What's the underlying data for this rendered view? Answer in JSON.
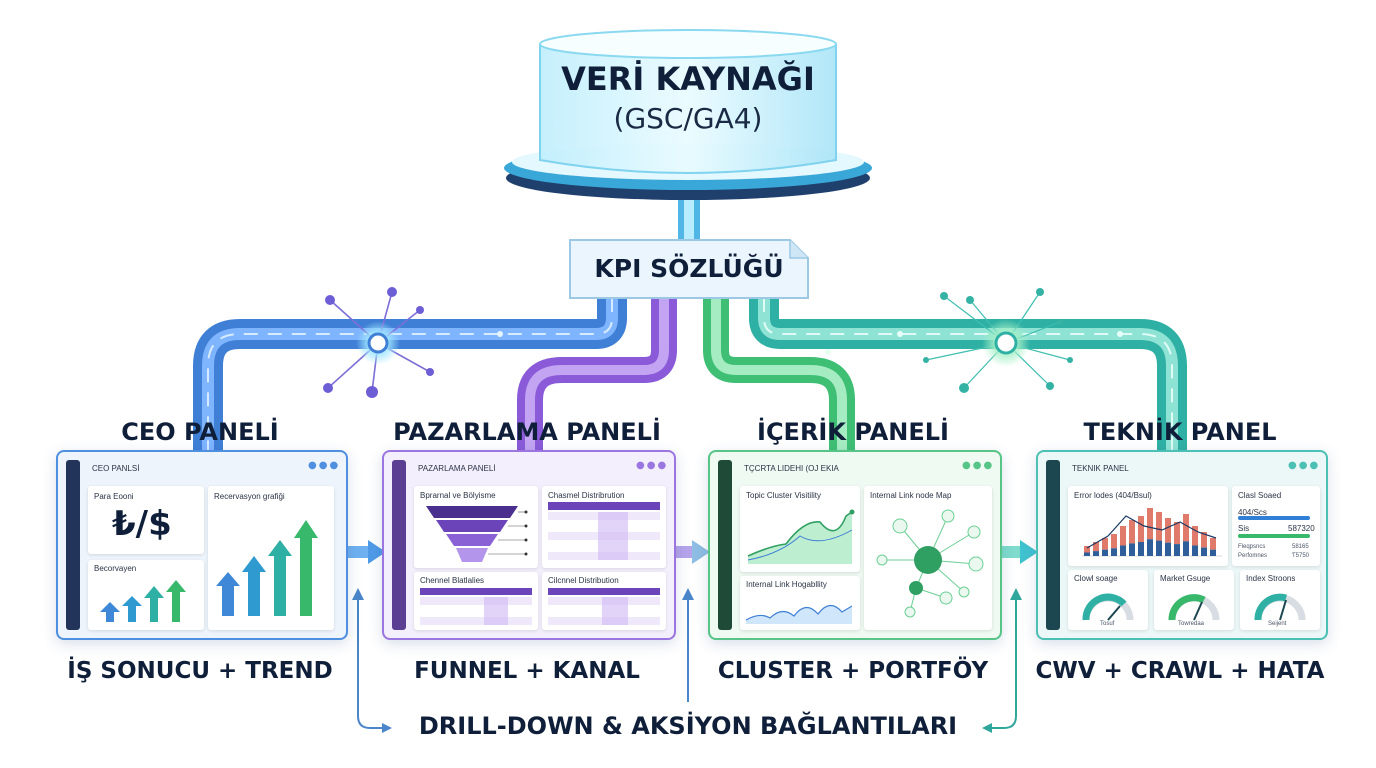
{
  "source": {
    "title": "VERİ KAYNAĞI",
    "subtitle": "(GSC/GA4)"
  },
  "kpi": {
    "label": "KPI SÖZLÜĞÜ"
  },
  "colors": {
    "ceo": "#3f7fd6",
    "marketing": "#8a5ad8",
    "content": "#3fbf74",
    "technical": "#2fb0a4",
    "dark": "#0f1f3a"
  },
  "panels": [
    {
      "title": "CEO PANELİ",
      "caption": "İŞ SONUCU + TREND",
      "window_title": "CEO PANLSİ",
      "card_a_title": "Para Eooni",
      "currency": "₺/$",
      "card_b_title": "Recervasyon grafiği",
      "card_c_title": "Becorvayen"
    },
    {
      "title": "PAZARLAMA PANELİ",
      "caption": "FUNNEL + KANAL",
      "window_title": "PAZARLAMA PANELİ",
      "card_a_title": "Bprarnal ve Bölyisme",
      "card_b_title": "Chasmel Distribrution",
      "card_c_title": "Chennel Blatlalies",
      "card_d_title": "Cilcnnel Distribution"
    },
    {
      "title": "İÇERİK PANELİ",
      "caption": "CLUSTER + PORTFÖY",
      "window_title": "TÇCRTA LIDEHI (OJ EKIA",
      "card_a_title": "Topic Cluster Visitility",
      "card_b_title": "Internal Link node Map",
      "card_c_title": "Internal Link Hogabllity"
    },
    {
      "title": "TEKNİK PANEL",
      "caption": "CWV + CRAWL + HATA",
      "window_title": "TEKNIK PANEL",
      "card_a_title": "Error lodes (404/Bsul)",
      "card_b_title": "Clasl Soaed",
      "card_b_rows": [
        "404/Scs",
        "Sis",
        "Fleqpsncs",
        "Perfomnes"
      ],
      "card_b_vals": [
        "587320",
        "58165",
        "Ƭ5750"
      ],
      "gauges": [
        "Clowl soage",
        "Market Gsuge",
        "Index Stroons"
      ],
      "gauge_labels": [
        "Tosuf",
        "Towredaa",
        "Seijent"
      ]
    }
  ],
  "footer": {
    "label": "DRILL-DOWN & AKSİYON BAĞLANTILARI"
  }
}
